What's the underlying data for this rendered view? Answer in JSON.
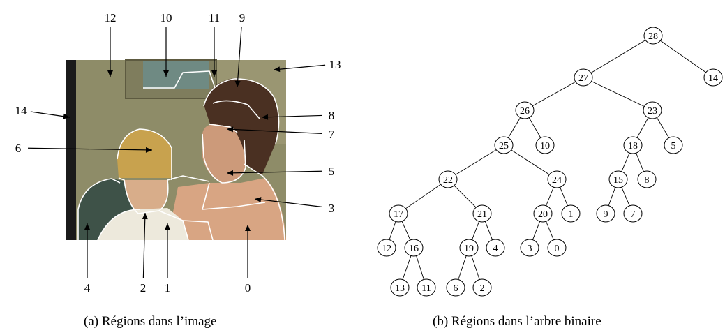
{
  "captions": {
    "a": "(a)  Régions dans l’image",
    "b": "(b)  Régions dans l’arbre binaire"
  },
  "image_labels": [
    "12",
    "10",
    "11",
    "9",
    "13",
    "14",
    "8",
    "7",
    "6",
    "5",
    "3",
    "4",
    "2",
    "1",
    "0"
  ],
  "tree": {
    "nodes": [
      "28",
      "27",
      "14",
      "26",
      "23",
      "25",
      "10",
      "18",
      "5",
      "22",
      "24",
      "15",
      "8",
      "17",
      "21",
      "20",
      "1",
      "9",
      "7",
      "12",
      "16",
      "19",
      "4",
      "3",
      "0",
      "13",
      "11",
      "6",
      "2"
    ],
    "edges": [
      [
        "28",
        "27"
      ],
      [
        "28",
        "14"
      ],
      [
        "27",
        "26"
      ],
      [
        "27",
        "23"
      ],
      [
        "26",
        "25"
      ],
      [
        "26",
        "10"
      ],
      [
        "23",
        "18"
      ],
      [
        "23",
        "5"
      ],
      [
        "25",
        "22"
      ],
      [
        "25",
        "24"
      ],
      [
        "18",
        "15"
      ],
      [
        "18",
        "8"
      ],
      [
        "22",
        "17"
      ],
      [
        "22",
        "21"
      ],
      [
        "24",
        "20"
      ],
      [
        "24",
        "1"
      ],
      [
        "15",
        "9"
      ],
      [
        "15",
        "7"
      ],
      [
        "17",
        "12"
      ],
      [
        "17",
        "16"
      ],
      [
        "21",
        "19"
      ],
      [
        "21",
        "4"
      ],
      [
        "20",
        "3"
      ],
      [
        "20",
        "0"
      ],
      [
        "16",
        "13"
      ],
      [
        "16",
        "11"
      ],
      [
        "19",
        "6"
      ],
      [
        "19",
        "2"
      ]
    ]
  }
}
